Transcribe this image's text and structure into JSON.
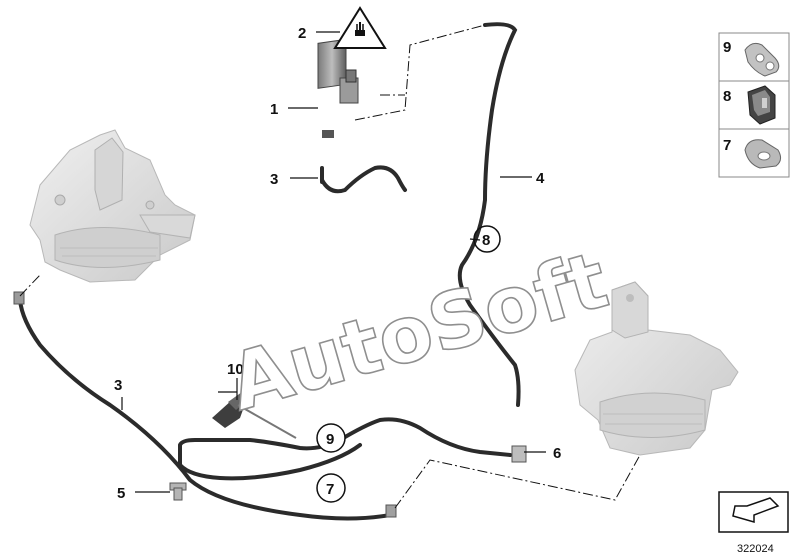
{
  "diagram": {
    "callouts": {
      "c1": "1",
      "c2": "2",
      "c3_top": "3",
      "c4": "4",
      "c5": "5",
      "c6": "6",
      "c3_left": "3",
      "c10": "10",
      "c8": "8"
    },
    "circled": {
      "n9": "9",
      "n7": "7"
    },
    "legend": [
      {
        "number": "9"
      },
      {
        "number": "8"
      },
      {
        "number": "7"
      }
    ],
    "watermark": "AutoSoft",
    "reference_number": "322024"
  },
  "colors": {
    "hose": "#2b2b2b",
    "mount_fill": "#e3e3e3",
    "mount_shade": "#c4c4c4",
    "leader": "#111111"
  }
}
